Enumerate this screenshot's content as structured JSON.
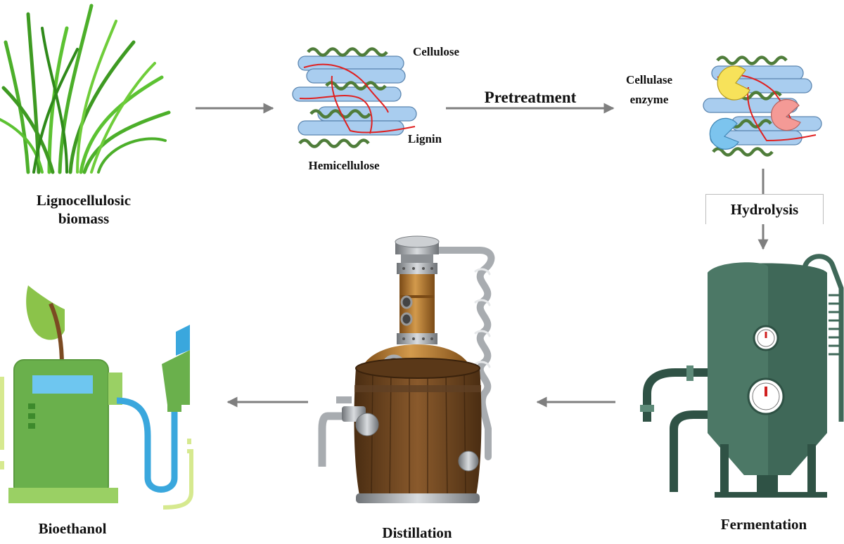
{
  "labels": {
    "biomass": "Lignocellulosic\nbiomass",
    "cellulose": "Cellulose",
    "lignin": "Lignin",
    "hemicellulose": "Hemicellulose",
    "pretreatment": "Pretreatment",
    "enzyme": "Cellulase\nenzyme",
    "hydrolysis": "Hydrolysis",
    "fermentation": "Fermentation",
    "distillation": "Distillation",
    "bioethanol": "Bioethanol"
  },
  "icons": [
    "grass-icon",
    "lignocellulose-structure-icon",
    "enzyme-hydrolysis-icon",
    "fermentation-tank-icon",
    "distillation-still-icon",
    "fuel-pump-leaf-icon"
  ],
  "colors": {
    "arrow": "#7f7f7f",
    "grass": "#4caf2a",
    "fiber": "#a9cdef",
    "hemicellulose": "#4f7d3a",
    "lignin": "#e02020",
    "enzyme_yellow": "#f7e25a",
    "enzyme_pink": "#f49a96",
    "enzyme_blue": "#7cc4ee",
    "tank": "#3f6858",
    "barrel": "#6b4522",
    "copper": "#b5772e",
    "pump": "#6ab04c",
    "hose": "#3aa7dd"
  }
}
